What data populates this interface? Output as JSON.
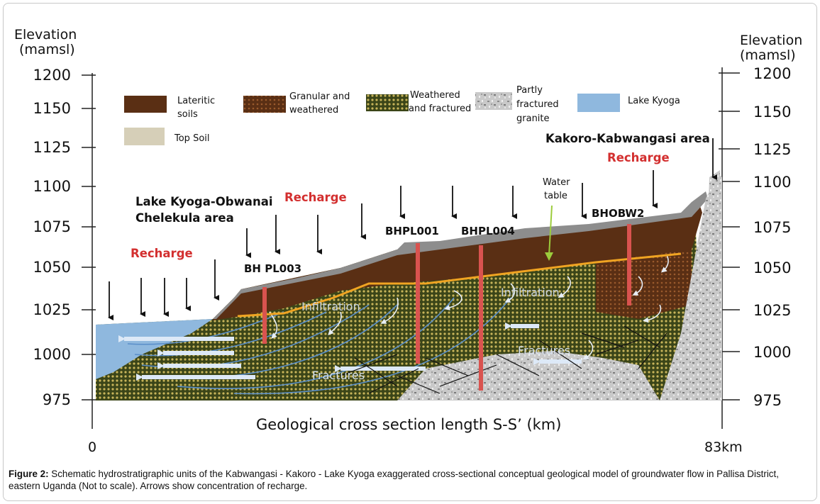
{
  "axes": {
    "left_label_line1": "Elevation",
    "left_label_line2": "(mamsl)",
    "right_label_line1": "Elevation",
    "right_label_line2": "(mamsl)",
    "elevation_ticks": [
      "1200",
      "1150",
      "1125",
      "1100",
      "1075",
      "1050",
      "1025",
      "1000",
      "975"
    ],
    "x_label": "Geological cross section length S-S’ (km)",
    "x_start": "0",
    "x_end": "83km"
  },
  "legend": {
    "lateritic_line1": "Lateritic",
    "lateritic_line2": "soils",
    "granular_line1": "Granular and",
    "granular_line2": "weathered",
    "weathered_line1": "Weathered",
    "weathered_line2": "and fractured",
    "granite_line1": "Partly",
    "granite_line2": "fractured",
    "granite_line3": "granite",
    "lake": "Lake Kyoga",
    "topsoil": "Top Soil"
  },
  "colors": {
    "lateritic": "#5a2f14",
    "granular": "#6b3a1c",
    "weathered": "#3f4a1a",
    "lake": "#8fb8de",
    "topsoil": "#d6cfb8",
    "borehole": "#d9534f",
    "water_table": "#f0a422",
    "recharge_text": "#d32f2f"
  },
  "labels": {
    "area_west_line1": "Lake Kyoga-Obwanai",
    "area_west_line2": "Chelekula area",
    "area_east": "Kakoro-Kabwangasi area",
    "recharge_1": "Recharge",
    "recharge_2": "Recharge",
    "recharge_3": "Recharge",
    "water_table_line1": "Water",
    "water_table_line2": "table",
    "borehole_1": "BH PL003",
    "borehole_2": "BHPL001",
    "borehole_3": "BHPL004",
    "borehole_4": "BHOBW2",
    "infiltration_1": "Infiltration",
    "infiltration_2": "Infiltration",
    "fractures_1": "Fractures",
    "fractures_2": "Fractures"
  },
  "caption": {
    "label": "Figure 2:",
    "text": " Schematic hydrostratigraphic units of the Kabwangasi - Kakoro - Lake Kyoga exaggerated cross-sectional conceptual geological model of groundwater flow in Pallisa District, eastern Uganda (Not to scale). Arrows show concentration of recharge."
  }
}
